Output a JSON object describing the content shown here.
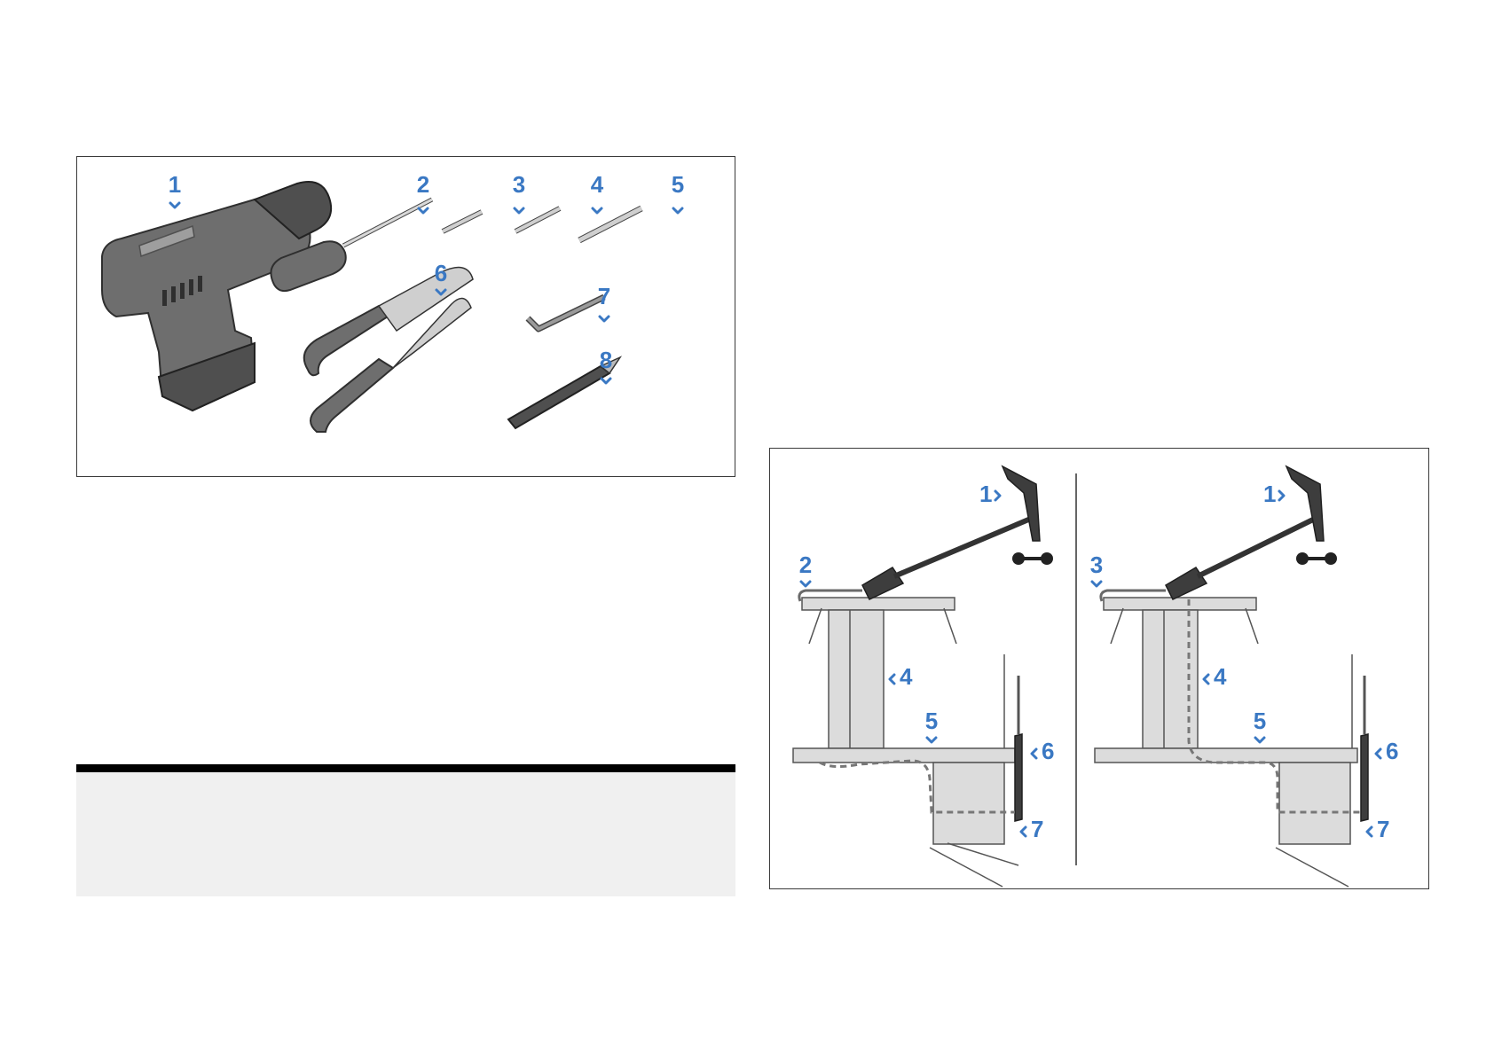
{
  "tools_figure": {
    "callouts": [
      "1",
      "2",
      "3",
      "4",
      "5",
      "6",
      "7",
      "8"
    ]
  },
  "install_figure": {
    "left_panel": {
      "callouts": [
        "1",
        "2",
        "4",
        "5",
        "6",
        "7"
      ]
    },
    "right_panel": {
      "callouts": [
        "1",
        "3",
        "4",
        "5",
        "6",
        "7"
      ]
    }
  },
  "note": {
    "text": ""
  },
  "colors": {
    "callout": "#3a78c3",
    "note_bar": "#000000",
    "note_box": "#f0f0f0"
  }
}
